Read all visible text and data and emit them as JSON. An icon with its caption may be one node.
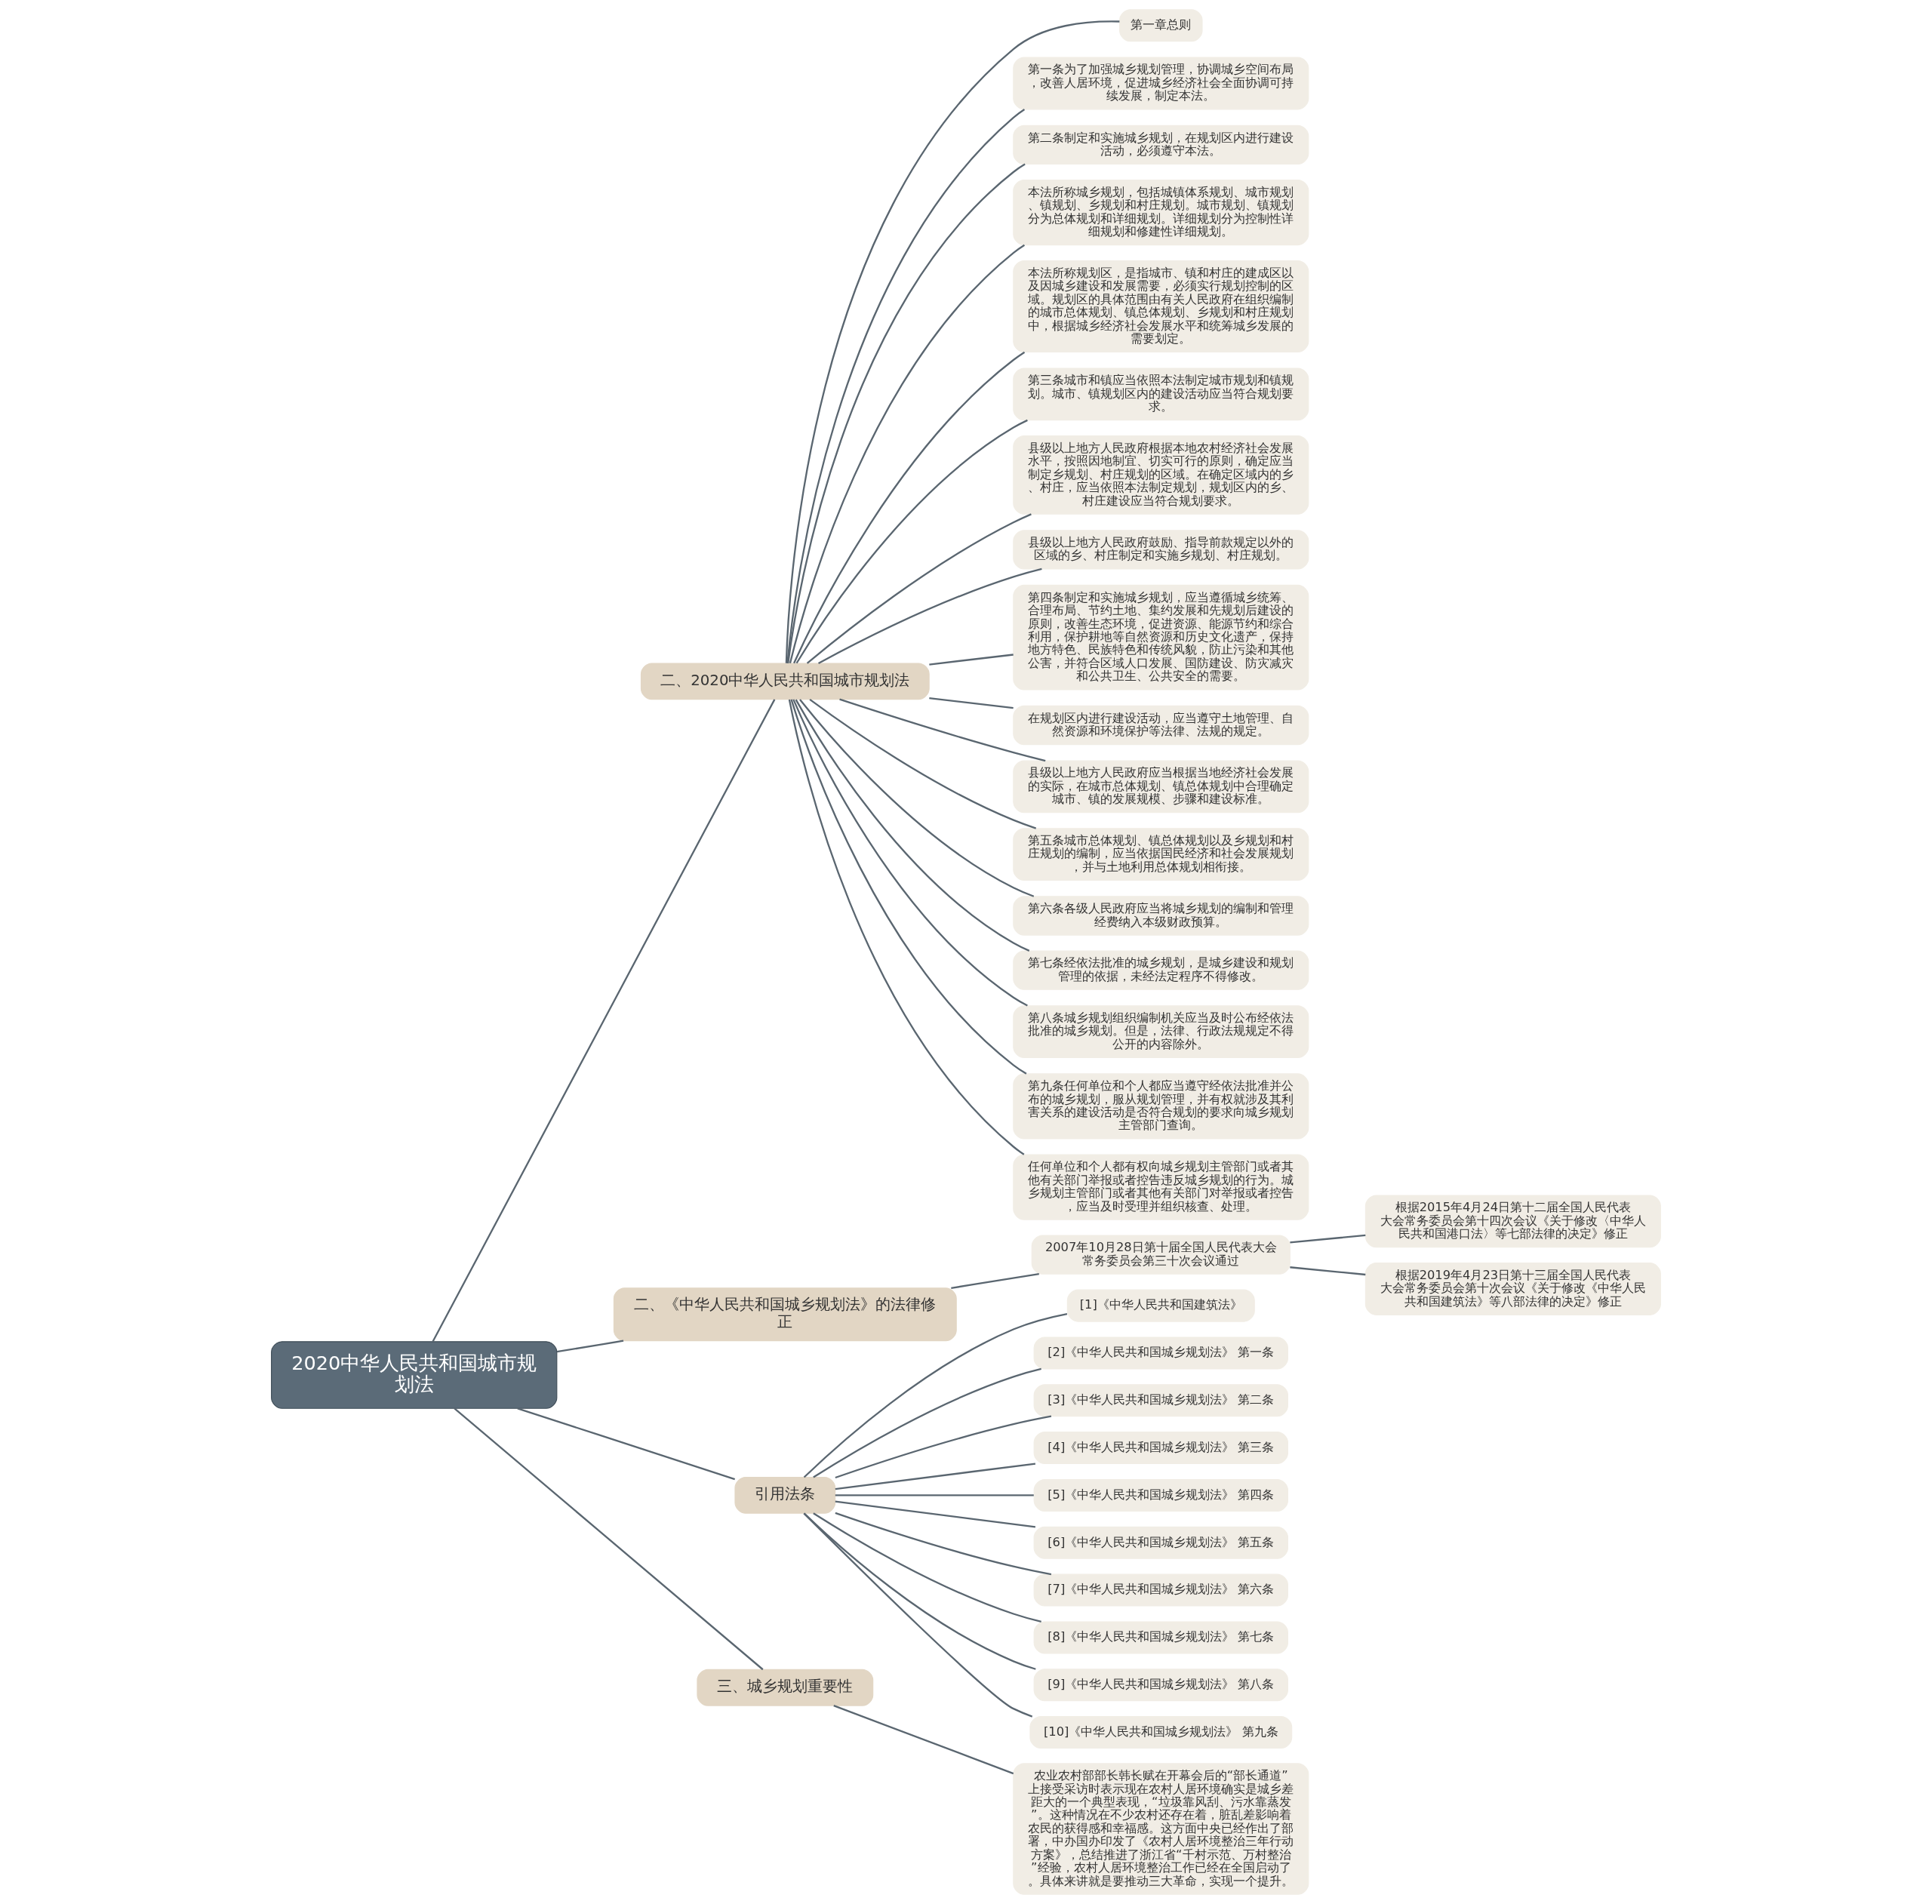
{
  "diagram": {
    "nodes": [
      {
        "text": [
          "2020中华人民共和国城市规划法"
        ]
      },
      {
        "text": [
          "二、2020中华人民共和国城市规划法"
        ]
      },
      {
        "text": [
          "第一章总则"
        ]
      },
      {
        "text": [
          "第一条为了加强城乡规划管理，协调城乡空间布局，改善人居环境，促进城乡经济社会全面协调可持续发展，制定本法。"
        ]
      },
      {
        "text": [
          "第二条制定和实施城乡规划，在规划区内进行建设活动，必须遵守本法。"
        ]
      },
      {
        "text": [
          "本法所称城乡规划，包括城镇体系规划、城市规划、镇规划、乡规划和村庄规划。城市规划、镇规划分为总体规划和详细规划。详细规划分为控制性详细规划和修建性详细规划。"
        ]
      },
      {
        "text": [
          "本法所称规划区，是指城市、镇和村庄的建成区以及因城乡建设和发展需要，必须实行规划控制的区域。规划区的具体范围由有关人民政府在组织编制的城市总体规划、镇总体规划、乡规划和村庄规划中，根据城乡经济社会发展水平和统筹城乡发展的需要划定。"
        ]
      },
      {
        "text": [
          "第三条城市和镇应当依照本法制定城市规划和镇规划。城市、镇规划区内的建设活动应当符合规划要求。"
        ]
      },
      {
        "text": [
          "县级以上地方人民政府根据本地农村经济社会发展水平，按照因地制宜、切实可行的原则，确定应当制定乡规划、村庄规划的区域。在确定区域内的乡、村庄，应当依照本法制定规划，规划区内的乡、村庄建设应当符合规划要求。"
        ]
      },
      {
        "text": [
          "县级以上地方人民政府鼓励、指导前款规定以外的区域的乡、村庄制定和实施乡规划、村庄规划。"
        ]
      },
      {
        "text": [
          "第四条制定和实施城乡规划，应当遵循城乡统筹、合理布局、节约土地、集约发展和先规划后建设的原则，改善生态环境，促进资源、能源节约和综合利用，保护耕地等自然资源和历史文化遗产，保持地方特色、民族特色和传统风貌，防止污染和其他公害，并符合区域人口发展、国防建设、防灾减灾和公共卫生、公共安全的需要。"
        ]
      },
      {
        "text": [
          "在规划区内进行建设活动，应当遵守土地管理、自然资源和环境保护等法律、法规的规定。"
        ]
      },
      {
        "text": [
          "县级以上地方人民政府应当根据当地经济社会发展的实际，在城市总体规划、镇总体规划中合理确定城市、镇的发展规模、步骤和建设标准。"
        ]
      },
      {
        "text": [
          "第五条城市总体规划、镇总体规划以及乡规划和村庄规划的编制，应当依据国民经济和社会发展规划，并与土地利用总体规划相衔接。"
        ]
      },
      {
        "text": [
          "第六条各级人民政府应当将城乡规划的编制和管理经费纳入本级财政预算。"
        ]
      },
      {
        "text": [
          "第七条经依法批准的城乡规划，是城乡建设和规划管理的依据，未经法定程序不得修改。"
        ]
      },
      {
        "text": [
          "第八条城乡规划组织编制机关应当及时公布经依法批准的城乡规划。但是，法律、行政法规规定不得公开的内容除外。"
        ]
      },
      {
        "text": [
          "第九条任何单位和个人都应当遵守经依法批准并公布的城乡规划，服从规划管理，并有权就涉及其利害关系的建设活动是否符合规划的要求向城乡规划主管部门查询。"
        ]
      },
      {
        "text": [
          "任何单位和个人都有权向城乡规划主管部门或者其他有关部门举报或者控告违反城乡规划的行为。城乡规划主管部门或者其他有关部门对举报或者控告，应当及时受理并组织核查、处理。"
        ]
      },
      {
        "text": [
          "二、《中华人民共和国城乡规划法》的法律修正"
        ]
      },
      {
        "text": [
          "2007年10月28日第十届全国人民代表大会常务委员会第三十次会议通过"
        ]
      },
      {
        "text": [
          "根据2015年4月24日第十二届全国人民代表大会常务委员会第十四次会议《关于修改〈中华人民共和国港口法〉等七部法律的决定》修正"
        ]
      },
      {
        "text": [
          "根据2019年4月23日第十三届全国人民代表大会常务委员会第十次会议《关于修改《中华人民共和国建筑法》等八部法律的决定》修正"
        ]
      },
      {
        "text": [
          "引用法条"
        ]
      },
      {
        "text": [
          "[1]《中华人民共和国建筑法》"
        ]
      },
      {
        "text": [
          "[2]《中华人民共和国城乡规划法》 第一条"
        ]
      },
      {
        "text": [
          "[3]《中华人民共和国城乡规划法》 第二条"
        ]
      },
      {
        "text": [
          "[4]《中华人民共和国城乡规划法》 第三条"
        ]
      },
      {
        "text": [
          "[5]《中华人民共和国城乡规划法》 第四条"
        ]
      },
      {
        "text": [
          "[6]《中华人民共和国城乡规划法》 第五条"
        ]
      },
      {
        "text": [
          "[7]《中华人民共和国城乡规划法》 第六条"
        ]
      },
      {
        "text": [
          "[8]《中华人民共和国城乡规划法》 第七条"
        ]
      },
      {
        "text": [
          "[9]《中华人民共和国城乡规划法》 第八条"
        ]
      },
      {
        "text": [
          "[10]《中华人民共和国城乡规划法》 第九条"
        ]
      },
      {
        "text": [
          "三、城乡规划重要性"
        ]
      },
      {
        "text": [
          "农业农村部部长韩长赋在开幕会后的“部长通道”上接受采访时表示现在农村人居环境确实是城乡差距大的一个典型表现，“垃圾靠风刮、污水靠蒸发”。这种情况在不少农村还存在着，脏乱差影响着农民的获得感和幸福感。这方面中央已经作出了部署，中办国办印发了《农村人居环境整治三年行动方案》，总结推进了浙江省“千村示范、万村整治”经验，农村人居环境整治工作已经在全国启动了。具体来讲就是要推动三大革命，实现一个提升。"
        ]
      }
    ],
    "edges": [
      {
        "from": 0,
        "to": 1,
        "arrow": "none"
      },
      {
        "from": 1,
        "to": 2,
        "arrow": "none"
      },
      {
        "from": 1,
        "to": 3,
        "arrow": "none"
      },
      {
        "from": 1,
        "to": 4,
        "arrow": "none"
      },
      {
        "from": 1,
        "to": 5,
        "arrow": "none"
      },
      {
        "from": 1,
        "to": 6,
        "arrow": "none"
      },
      {
        "from": 1,
        "to": 7,
        "arrow": "none"
      },
      {
        "from": 1,
        "to": 8,
        "arrow": "none"
      },
      {
        "from": 1,
        "to": 9,
        "arrow": "none"
      },
      {
        "from": 1,
        "to": 10,
        "arrow": "none"
      },
      {
        "from": 1,
        "to": 11,
        "arrow": "none"
      },
      {
        "from": 1,
        "to": 12,
        "arrow": "none"
      },
      {
        "from": 1,
        "to": 13,
        "arrow": "none"
      },
      {
        "from": 1,
        "to": 14,
        "arrow": "none"
      },
      {
        "from": 1,
        "to": 15,
        "arrow": "none"
      },
      {
        "from": 1,
        "to": 16,
        "arrow": "none"
      },
      {
        "from": 1,
        "to": 17,
        "arrow": "none"
      },
      {
        "from": 1,
        "to": 18,
        "arrow": "none"
      },
      {
        "from": 0,
        "to": 19,
        "arrow": "none"
      },
      {
        "from": 19,
        "to": 20,
        "arrow": "none"
      },
      {
        "from": 20,
        "to": 21,
        "arrow": "none"
      },
      {
        "from": 20,
        "to": 22,
        "arrow": "none"
      },
      {
        "from": 0,
        "to": 23,
        "arrow": "none"
      },
      {
        "from": 23,
        "to": 24,
        "arrow": "none"
      },
      {
        "from": 23,
        "to": 25,
        "arrow": "none"
      },
      {
        "from": 23,
        "to": 26,
        "arrow": "none"
      },
      {
        "from": 23,
        "to": 27,
        "arrow": "none"
      },
      {
        "from": 23,
        "to": 28,
        "arrow": "none"
      },
      {
        "from": 23,
        "to": 29,
        "arrow": "none"
      },
      {
        "from": 23,
        "to": 30,
        "arrow": "none"
      },
      {
        "from": 23,
        "to": 31,
        "arrow": "none"
      },
      {
        "from": 23,
        "to": 32,
        "arrow": "none"
      },
      {
        "from": 23,
        "to": 33,
        "arrow": "none"
      },
      {
        "from": 0,
        "to": 34,
        "arrow": "none"
      },
      {
        "from": 34,
        "to": 35,
        "arrow": "none"
      }
    ]
  }
}
